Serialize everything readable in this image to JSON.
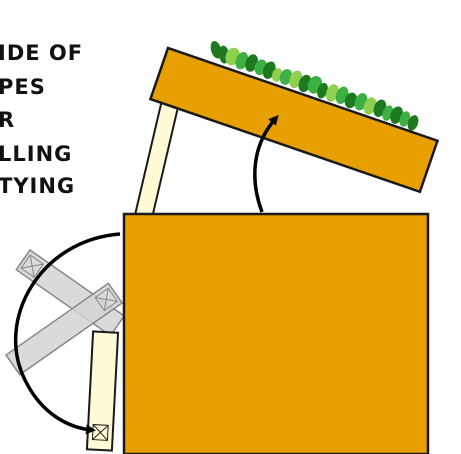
{
  "annotation": {
    "lines": [
      "IDE OF",
      "PES",
      "R",
      "LLING",
      "TYING"
    ]
  },
  "colors": {
    "box": "#E8A000",
    "box_stroke": "#1a1a1a",
    "stick": "#FFFBD6",
    "stick_ghost": "#D3D3D3",
    "plant_dark": "#1E7A1E",
    "plant_mid": "#3CB043",
    "plant_light": "#8FD14F",
    "arrow": "#000000"
  },
  "icons": {
    "plants": "succulent-leaves",
    "arrow_up": "curved-arrow-up",
    "arrow_down": "curved-arrow-down"
  }
}
